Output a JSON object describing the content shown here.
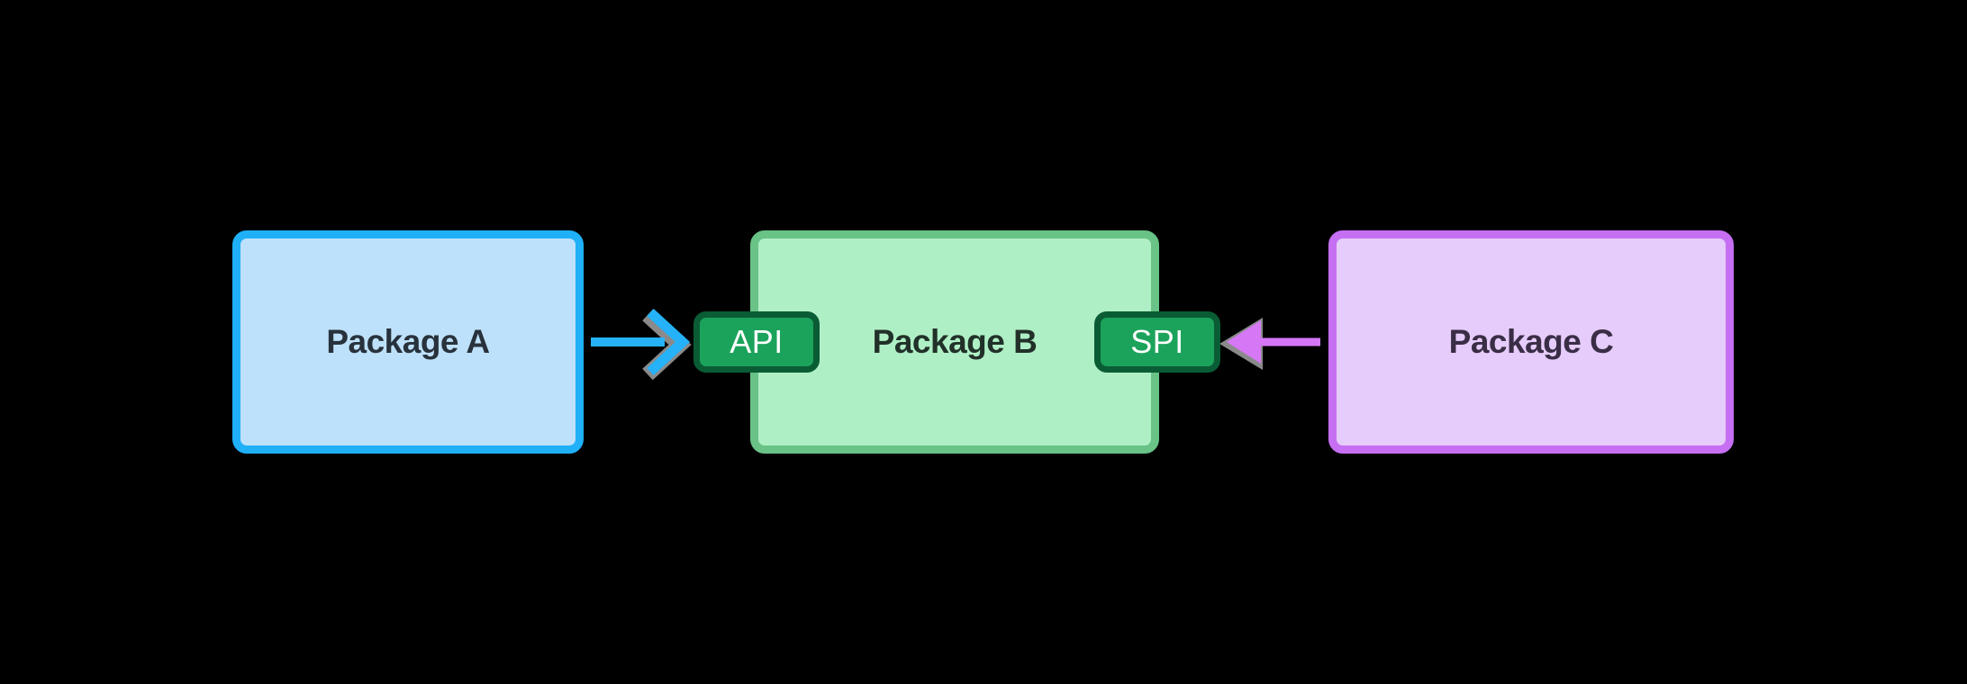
{
  "diagram": {
    "background_color": "#000000",
    "arrowhead_shadow_color": "#8A8A8A",
    "nodes": [
      {
        "id": "package-a",
        "label": "Package A",
        "fill": "#BEE1FB",
        "border_color": "#1FB0F8",
        "text_color": "#28323C"
      },
      {
        "id": "package-b",
        "label": "Package B",
        "fill": "#AFEFC5",
        "border_color": "#69C286",
        "text_color": "#213129"
      },
      {
        "id": "package-c",
        "label": "Package C",
        "fill": "#E5CCFA",
        "border_color": "#C66FF3",
        "text_color": "#3A2D46"
      }
    ],
    "ports": [
      {
        "id": "api",
        "label": "API",
        "fill": "#1CA35B",
        "border_color": "#0A5C34",
        "text_color": "#FFFFFF",
        "attached_to": "package-b",
        "side": "left"
      },
      {
        "id": "spi",
        "label": "SPI",
        "fill": "#1CA35B",
        "border_color": "#0A5C34",
        "text_color": "#FFFFFF",
        "attached_to": "package-b",
        "side": "right"
      }
    ],
    "edges": [
      {
        "from": "package-a",
        "to": "api",
        "color": "#25B2F8",
        "head": "chevron",
        "direction": "right"
      },
      {
        "from": "package-c",
        "to": "spi",
        "color": "#D678F6",
        "head": "triangle",
        "direction": "left"
      }
    ]
  }
}
